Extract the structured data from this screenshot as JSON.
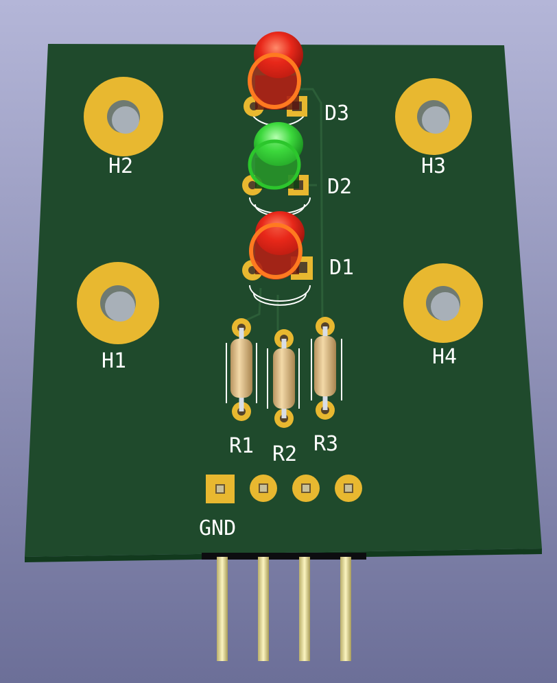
{
  "colors": {
    "background_top": "#b4b6d8",
    "background_bottom": "#6c6f98",
    "board": "#1f4a2c",
    "copper": "#e8b830",
    "silkscreen": "#ffffff",
    "led_red": "#e8281a",
    "led_green": "#3cd83c",
    "resistor_body": "#e6c48e",
    "header_pin": "#f1e9a6"
  },
  "board": {
    "mounting_holes": [
      {
        "ref": "H1"
      },
      {
        "ref": "H2"
      },
      {
        "ref": "H3"
      },
      {
        "ref": "H4"
      }
    ],
    "leds": [
      {
        "ref": "D1",
        "color": "red"
      },
      {
        "ref": "D2",
        "color": "green"
      },
      {
        "ref": "D3",
        "color": "red"
      }
    ],
    "resistors": [
      {
        "ref": "R1"
      },
      {
        "ref": "R2"
      },
      {
        "ref": "R3"
      }
    ],
    "header": {
      "pin_count": 4,
      "pin1_label": "GND"
    }
  }
}
